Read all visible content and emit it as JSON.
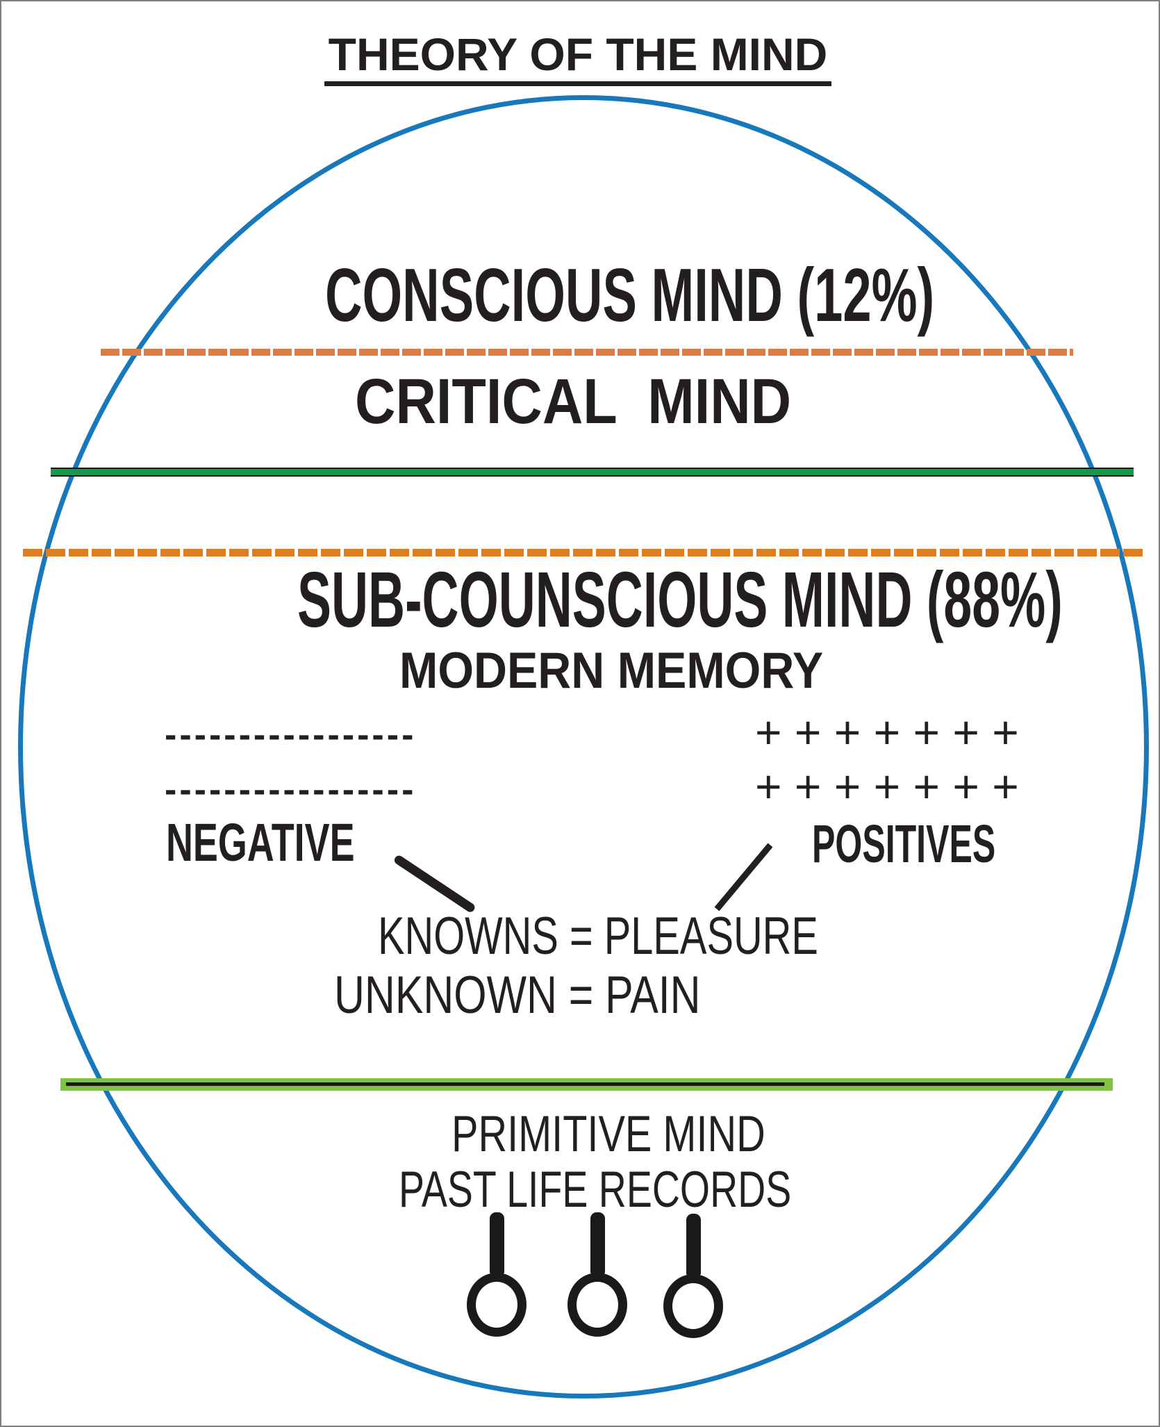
{
  "title": "THEORY OF THE MIND",
  "labels": {
    "conscious": "CONSCIOUS MIND (12%)",
    "critical": "CRITICAL  MIND",
    "subconscious": "SUB-COUNSCIOUS MIND (88%)",
    "modern_memory": "MODERN MEMORY",
    "negative": "NEGATIVE",
    "positives": "POSITIVES",
    "knowns_equation": "KNOWNS = PLEASURE",
    "unknown_equation": "UNKNOWN = PAIN",
    "primitive": "PRIMITIVE MIND",
    "past_life": "PAST LIFE RECORDS"
  },
  "marks": {
    "negative_dashes_row1": "-----------------",
    "negative_dashes_row2": "-----------------",
    "positive_plusses_row1": "+ + + + + + +",
    "positive_plusses_row2": "+ + + + + + +"
  },
  "values": {
    "conscious_percent": "12%",
    "subconscious_percent": "88%"
  },
  "colors": {
    "ellipse_blue": "#1878bc",
    "dash_upper_orange": "#dc7c44",
    "dash_lower_orange": "#e07d20",
    "divider_green": "#169a49",
    "divider_lime": "#80c33c",
    "ink_black": "#231f20",
    "frame_gray": "#7f7f7f"
  }
}
